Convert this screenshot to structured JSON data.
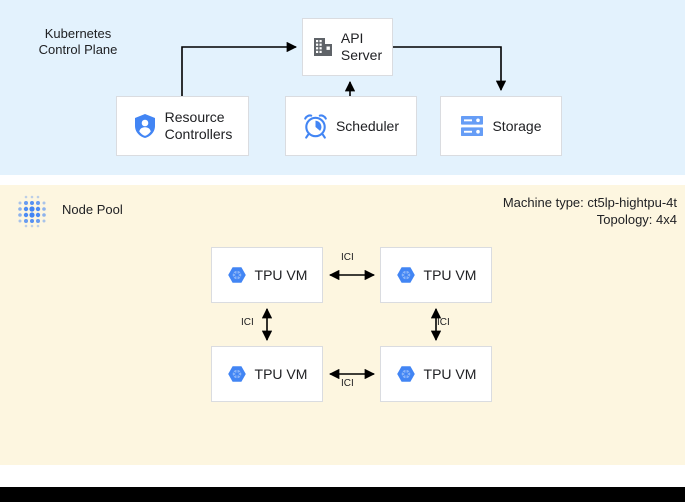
{
  "control_plane": {
    "title": "Kubernetes\nControl Plane",
    "background_color": "#e3f2fd",
    "nodes": [
      {
        "id": "api-server",
        "label": "API\nServer",
        "icon": "building-icon"
      },
      {
        "id": "resource-controllers",
        "label": "Resource\nControllers",
        "icon": "shield-user-icon"
      },
      {
        "id": "scheduler",
        "label": "Scheduler",
        "icon": "alarm-clock-icon"
      },
      {
        "id": "storage",
        "label": "Storage",
        "icon": "server-rack-icon"
      }
    ]
  },
  "node_pool": {
    "title": "Node Pool",
    "icon": "dot-matrix-icon",
    "background_color": "#fdf6e0",
    "machine_type": "Machine type: ct5lp-hightpu-4t",
    "topology": "Topology: 4x4",
    "vms": [
      {
        "id": "tpu-vm-1",
        "label": "TPU VM",
        "icon": "tpu-hexagon-icon"
      },
      {
        "id": "tpu-vm-2",
        "label": "TPU VM",
        "icon": "tpu-hexagon-icon"
      },
      {
        "id": "tpu-vm-3",
        "label": "TPU VM",
        "icon": "tpu-hexagon-icon"
      },
      {
        "id": "tpu-vm-4",
        "label": "TPU VM",
        "icon": "tpu-hexagon-icon"
      }
    ],
    "links": [
      {
        "id": "ici-top",
        "label": "ICI"
      },
      {
        "id": "ici-right",
        "label": "ICI"
      },
      {
        "id": "ici-bottom",
        "label": "ICI"
      },
      {
        "id": "ici-left",
        "label": "ICI"
      }
    ]
  },
  "colors": {
    "control_plane_bg": "#e3f2fd",
    "node_pool_bg": "#fdf6e0",
    "box_bg": "#ffffff",
    "box_border": "#dadce0",
    "accent_blue": "#4285f4",
    "icon_gray": "#5f6368",
    "text": "#202124",
    "bottom_bar": "#000000"
  }
}
